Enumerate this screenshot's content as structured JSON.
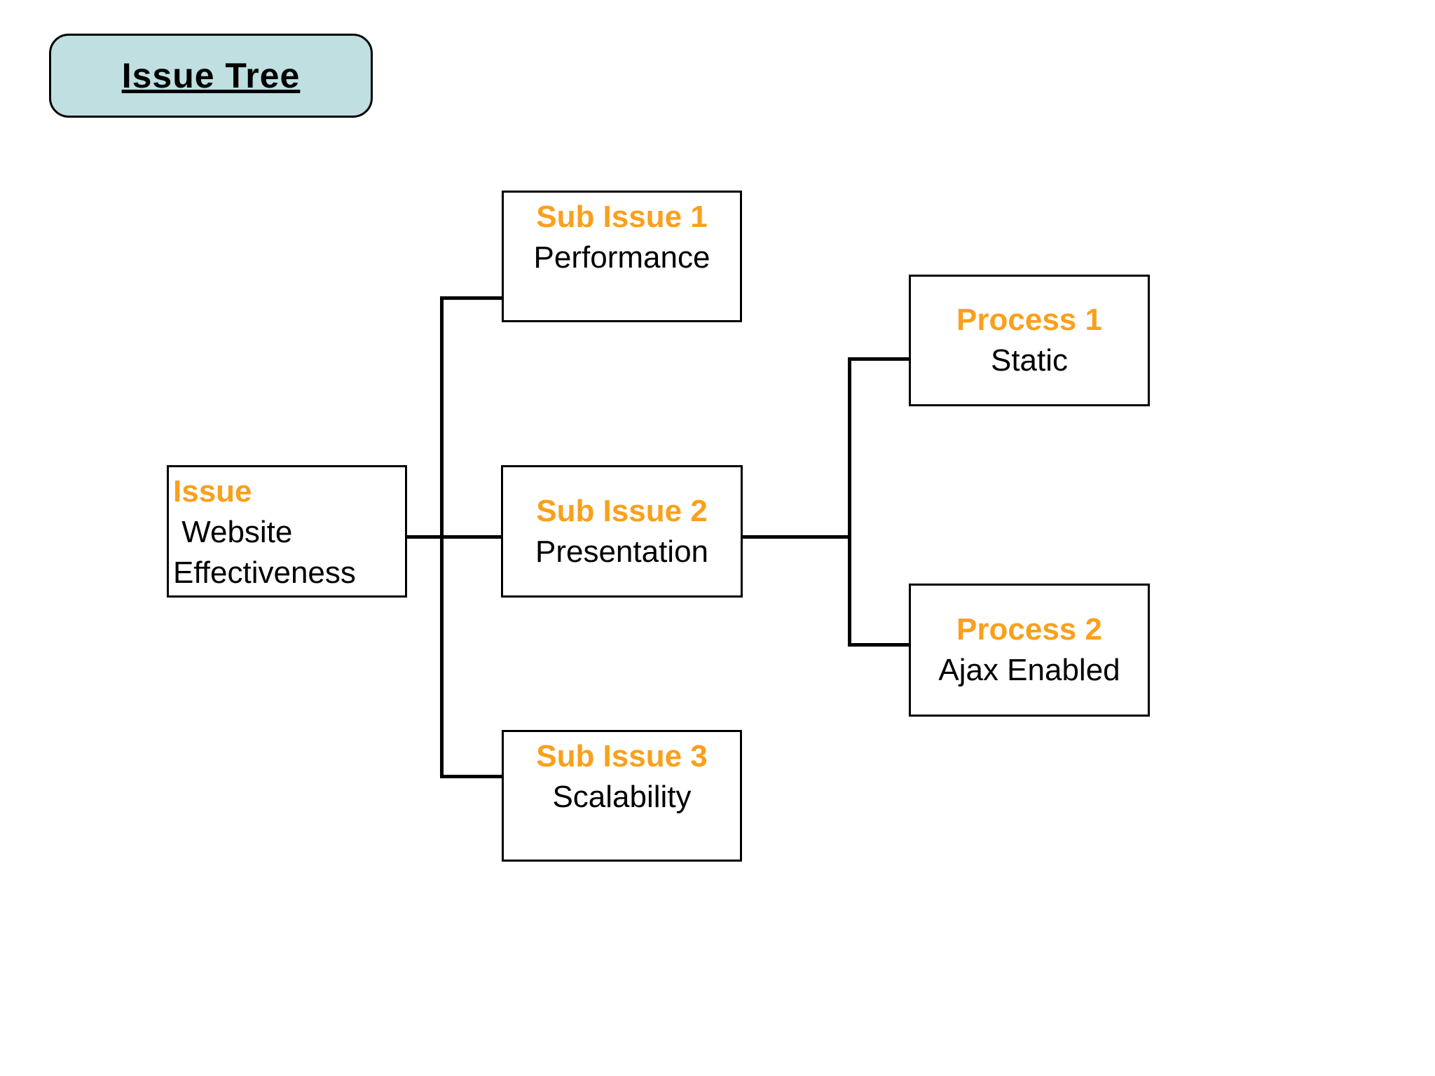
{
  "title_box": {
    "label": "Issue Tree"
  },
  "nodes": {
    "issue": {
      "heading": "Issue",
      "body": " Website\nEffectiveness"
    },
    "sub_issue_1": {
      "heading": "Sub Issue 1",
      "body": "Performance"
    },
    "sub_issue_2": {
      "heading": "Sub Issue 2",
      "body": "Presentation"
    },
    "sub_issue_3": {
      "heading": "Sub Issue 3",
      "body": "Scalability"
    },
    "process_1": {
      "heading": "Process 1",
      "body": "Static"
    },
    "process_2": {
      "heading": "Process 2",
      "body": "Ajax Enabled"
    }
  },
  "colors": {
    "heading_text": "#F9A01C",
    "body_text": "#000000",
    "title_fill": "#BFDFE1",
    "border": "#000000",
    "connector": "#000000",
    "background": "#FFFFFF"
  }
}
